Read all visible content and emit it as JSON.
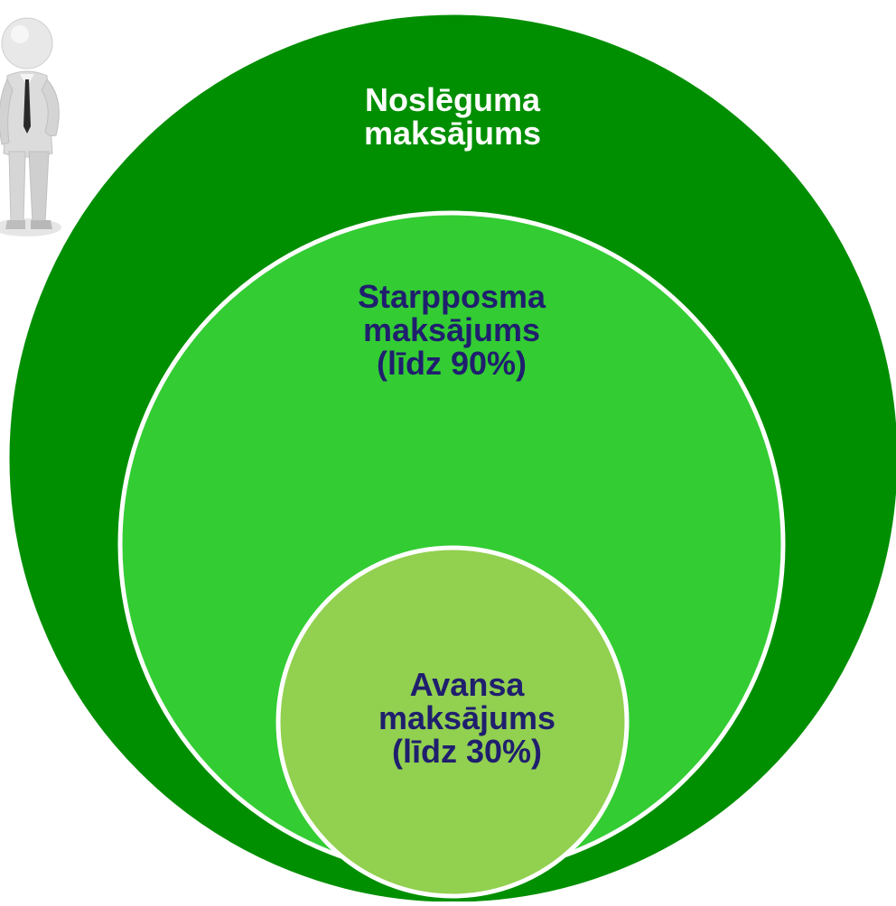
{
  "colors": {
    "outer_fill": "#008f00",
    "middle_fill": "#33cc33",
    "inner_fill": "#92d050",
    "ring_stroke": "#ffffff",
    "outer_text": "#ffffff",
    "inner_text": "#1f1f6e"
  },
  "figure_icon": "businessman-3d-figure",
  "diagram": {
    "outer": {
      "line1": "Noslēguma",
      "line2": "maksājums"
    },
    "middle": {
      "line1": "Starpposma",
      "line2": "maksājums",
      "line3": "(līdz 90%)"
    },
    "inner": {
      "line1": "Avansa",
      "line2": "maksājums",
      "line3": "(līdz 30%)"
    }
  }
}
